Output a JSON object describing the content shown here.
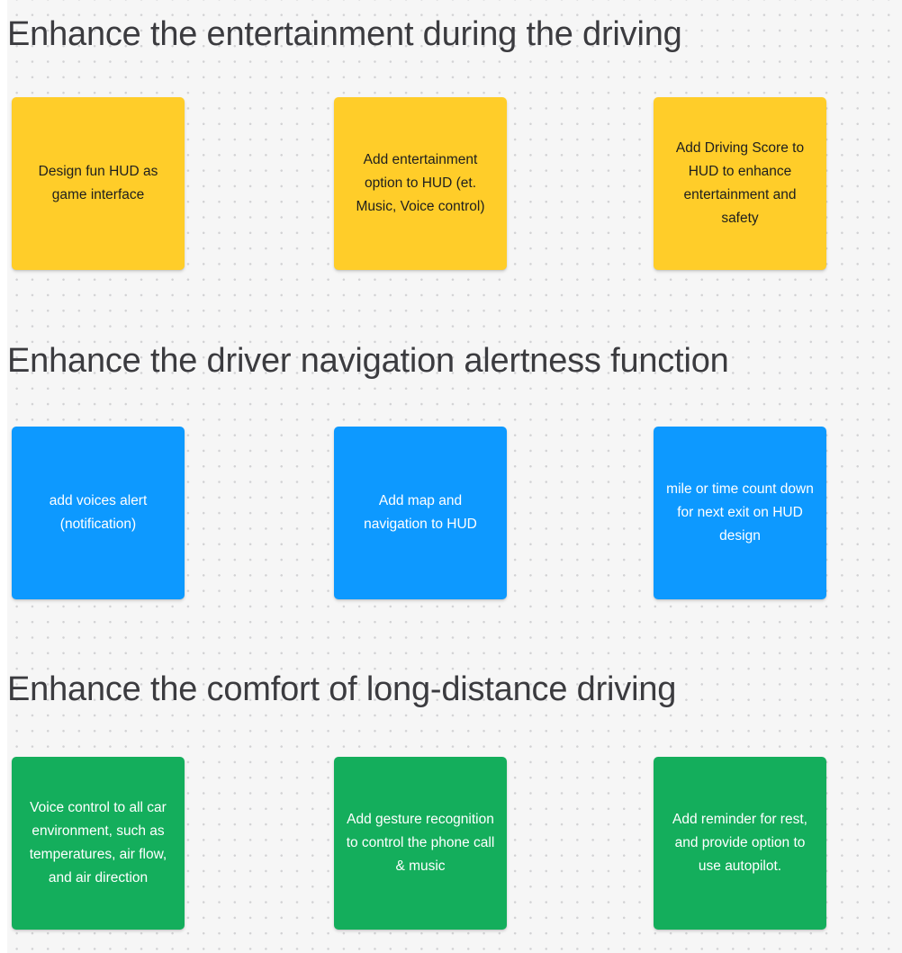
{
  "board": {
    "background_color": "#f6f6f6",
    "dot_grid_color": "#d2d2d4"
  },
  "sections": [
    {
      "title": "Enhance the entertainment during the driving",
      "note_color": "#ffcd29",
      "note_text_color": "#1e1e1e",
      "notes": [
        "Design fun HUD as game interface",
        "Add entertainment option to HUD (et. Music, Voice control)",
        "Add Driving Score to HUD to enhance entertainment and safety"
      ]
    },
    {
      "title": "Enhance the driver navigation alertness function",
      "note_color": "#0d99ff",
      "note_text_color": "#ffffff",
      "notes": [
        "add voices alert (notification)",
        "Add map  and navigation to HUD",
        "mile or time count down for next exit on HUD design"
      ]
    },
    {
      "title": "Enhance the comfort of long-distance driving",
      "note_color": "#14ae5c",
      "note_text_color": "#ffffff",
      "notes": [
        "Voice control to all car environment, such as temperatures, air flow, and air direction",
        "Add gesture recognition to control the phone call & music",
        "Add reminder for rest, and provide option to use autopilot."
      ]
    }
  ]
}
